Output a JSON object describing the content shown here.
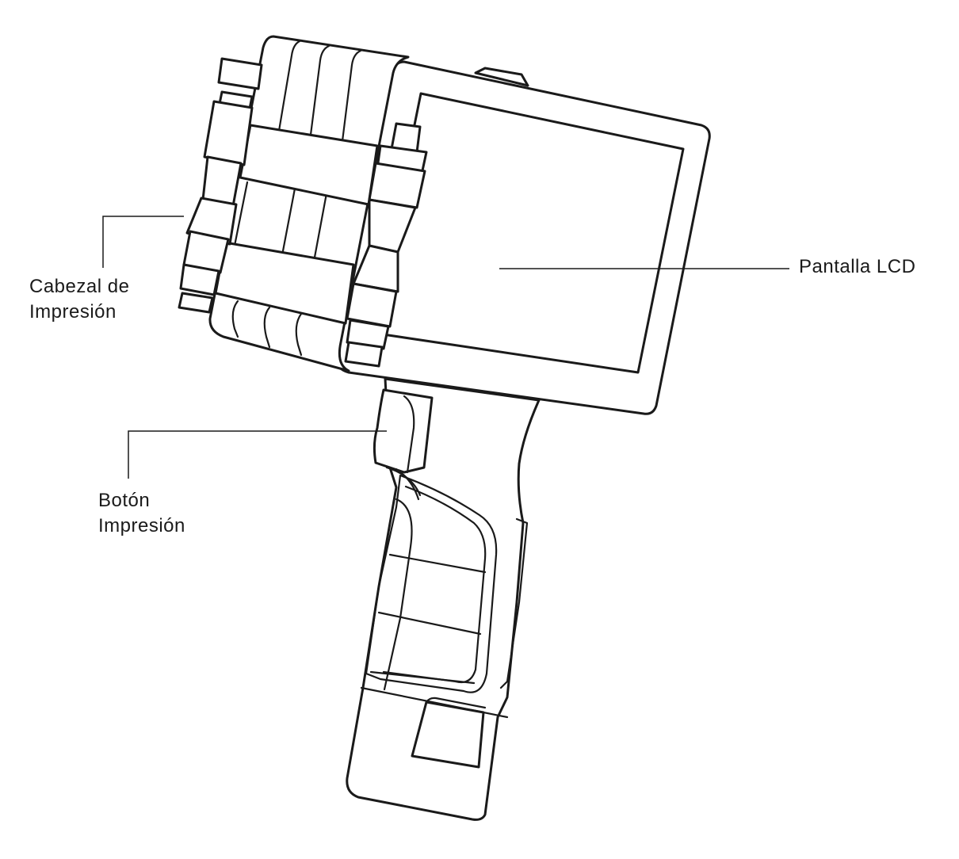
{
  "labels": {
    "screen": "Pantalla LCD",
    "print_head_line1": "Cabezal de",
    "print_head_line2": "Impresión",
    "print_button_line1": "Botón",
    "print_button_line2": "Impresión"
  }
}
